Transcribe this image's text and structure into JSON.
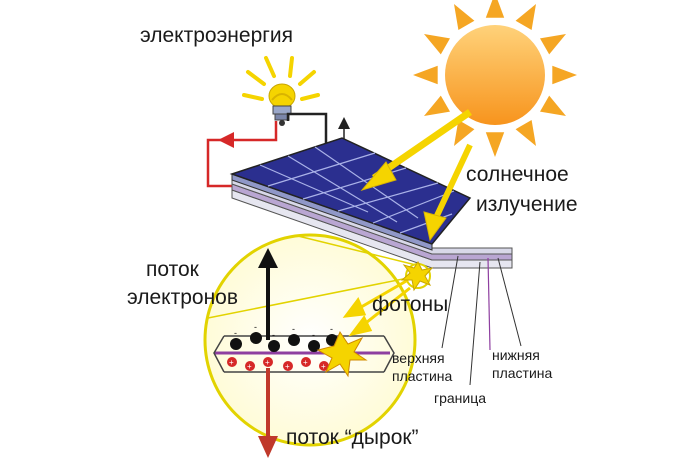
{
  "labels": {
    "electricity": "электроэнергия",
    "solar_radiation_1": "солнечное",
    "solar_radiation_2": "излучение",
    "electron_flow_1": "поток",
    "electron_flow_2": "электронов",
    "photons": "фотоны",
    "upper_plate_1": "верхняя",
    "upper_plate_2": "пластина",
    "boundary": "граница",
    "lower_plate_1": "нижняя",
    "lower_plate_2": "пластина",
    "hole_flow": "поток “дырок”"
  },
  "colors": {
    "sun_core": "#f7941d",
    "sun_rays": "#f5a623",
    "panel": "#2b2f8f",
    "arrow_yellow": "#f5d400",
    "wire_red": "#d62828",
    "boundary_purple": "#8e3fa0",
    "lens": "#ffffe6",
    "electron": "#111111",
    "hole": "#d62828"
  },
  "icons": [
    "sun-icon",
    "light-bulb-icon",
    "photon-burst-icon"
  ]
}
